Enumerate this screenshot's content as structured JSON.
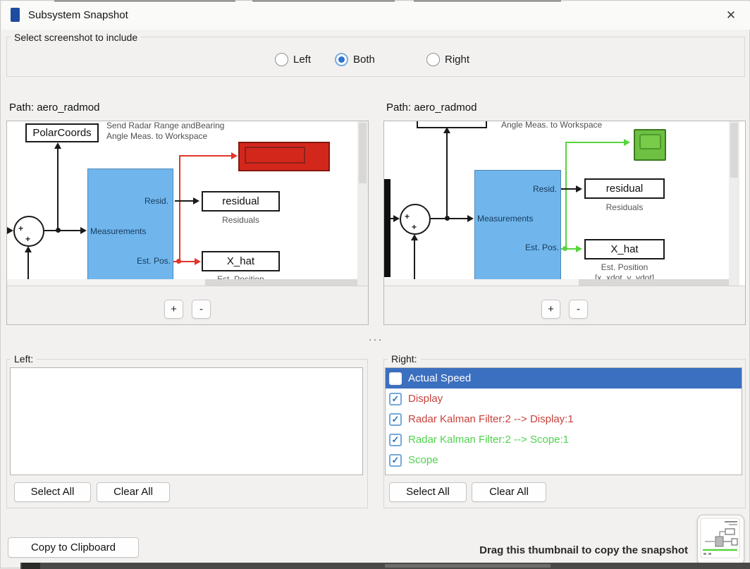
{
  "window": {
    "title": "Subsystem Snapshot",
    "close": "✕"
  },
  "screenshot_group": {
    "label": "Select screenshot to include",
    "options": [
      {
        "label": "Left",
        "selected": false
      },
      {
        "label": "Both",
        "selected": true
      },
      {
        "label": "Right",
        "selected": false
      }
    ]
  },
  "left_preview": {
    "path": "Path: aero_radmod",
    "zoom_in": "+",
    "zoom_out": "-",
    "blocks": {
      "polarcoords": "PolarCoords",
      "caption1": "Send Radar Range andBearing",
      "caption2": "Angle Meas. to Workspace",
      "resid_port": "Resid.",
      "meas_port": "Measurements",
      "estpos_port": "Est. Pos.",
      "residual": "residual",
      "residuals_label": "Residuals",
      "xhat": "X_hat",
      "xhat_label": "Est. Position",
      "sum_plus": "+"
    }
  },
  "right_preview": {
    "path": "Path: aero_radmod",
    "zoom_in": "+",
    "zoom_out": "-",
    "blocks": {
      "caption2": "Angle Meas. to Workspace",
      "resid_port": "Resid.",
      "meas_port": "Measurements",
      "estpos_port": "Est. Pos.",
      "residual": "residual",
      "residuals_label": "Residuals",
      "xhat": "X_hat",
      "xhat_label": "Est. Position",
      "xhat_sublabel": "[x_xdot_y_ydot]",
      "sum_plus": "+"
    }
  },
  "left_list": {
    "label": "Left:",
    "items": [],
    "select_all": "Select All",
    "clear_all": "Clear All"
  },
  "right_list": {
    "label": "Right:",
    "select_all": "Select All",
    "clear_all": "Clear All",
    "check_glyph": "✓",
    "items": [
      {
        "label": "Actual Speed",
        "checked": false,
        "selected": true,
        "text_color": "#ffffff"
      },
      {
        "label": "Display",
        "checked": true,
        "selected": false,
        "text_color": "#c8423c"
      },
      {
        "label": "Radar Kalman Filter:2 --> Display:1",
        "checked": true,
        "selected": false,
        "text_color": "#c8423c"
      },
      {
        "label": "Radar Kalman Filter:2 --> Scope:1",
        "checked": true,
        "selected": false,
        "text_color": "#4fd24f"
      },
      {
        "label": "Scope",
        "checked": true,
        "selected": false,
        "text_color": "#4fd24f"
      }
    ]
  },
  "splitter": {
    "handle": "···"
  },
  "footer": {
    "copy_button": "Copy to Clipboard",
    "drag_hint": "Drag this thumbnail to copy the snapshot"
  },
  "colors": {
    "accent_blue": "#2e73cd",
    "selected_row": "#3b6fbf",
    "wire_red": "#e0372b",
    "wire_green": "#56d43c",
    "block_blue": "#70b6ec",
    "block_red": "#d3271c",
    "block_green": "#6dc042"
  }
}
